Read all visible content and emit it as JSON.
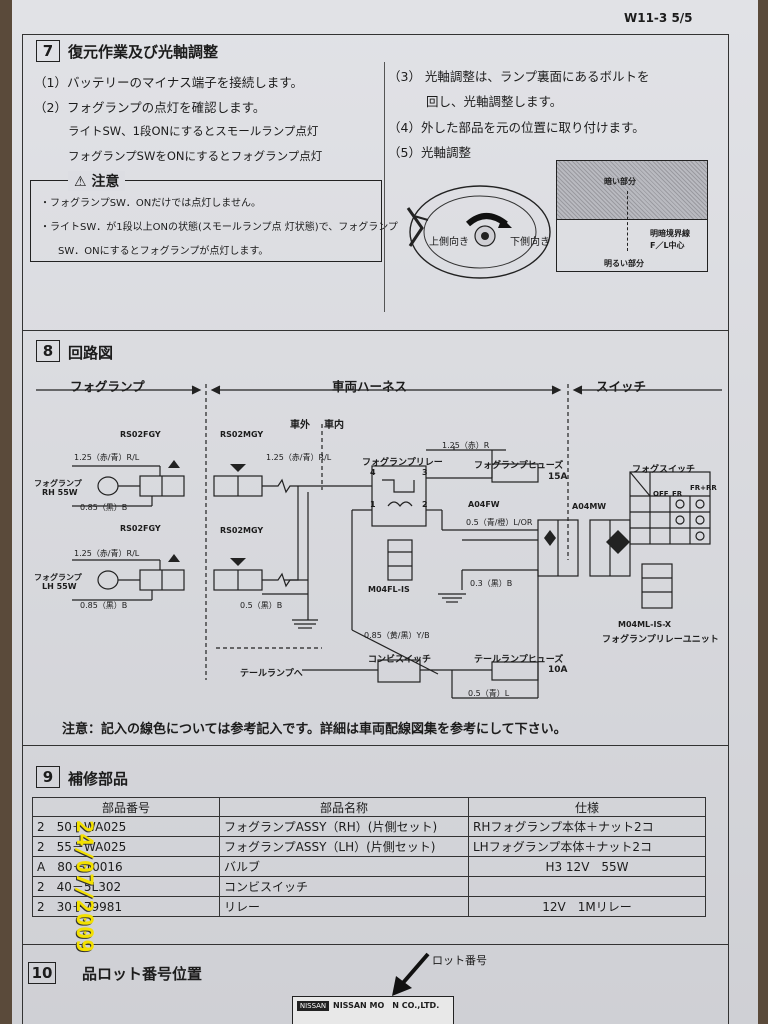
{
  "header": {
    "doc_id": "W11-3 5/5"
  },
  "section7": {
    "num": "7",
    "title": "復元作業及び光軸調整",
    "steps_left": [
      "（1）バッテリーのマイナス端子を接続します。",
      "（2）フォグランプの点灯を確認します。",
      "ライトSW、1段ONにするとスモールランプ点灯",
      "フォグランプSWをONにするとフォグランプ点灯"
    ],
    "caution_title": "注意",
    "caution_lines": [
      "・フォグランプSW．ONだけでは点灯しません。",
      "・ライトSW．が1段以上ONの状態(スモールランプ点 灯状態)で、フォグランプ",
      "SW．ONにするとフォグランプが点灯します。"
    ],
    "steps_right": [
      "（3） 光軸調整は、ランプ裏面にあるボルトを",
      "回し、光軸調整します。",
      "（4）外した部品を元の位置に取り付けます。",
      "（5）光軸調整"
    ],
    "lamp_labels": {
      "up": "上側向き",
      "down": "下側向き"
    },
    "aim_labels": {
      "dark": "暗い部分",
      "boundary": "明暗境界線",
      "center": "F／L中心",
      "bright": "明るい部分"
    }
  },
  "section8": {
    "num": "8",
    "title": "回路図",
    "zones": {
      "fog": "フォグランプ",
      "harness": "車両ハーネス",
      "switch": "スイッチ"
    },
    "zone_split": {
      "outside": "車外",
      "inside": "車内"
    },
    "connectors": {
      "rs02fgy_a": "RS02FGY",
      "rs02fgy_b": "RS02FGY",
      "rs02mgy_a": "RS02MGY",
      "rs02mgy_b": "RS02MGY",
      "a04fw": "A04FW",
      "a04mw": "A04MW",
      "m04fl": "M04FL-IS",
      "m04ml": "M04ML-IS-X"
    },
    "lamps": {
      "rh_name": "フォグランプ",
      "rh_spec": "RH 55W",
      "lh_name": "フォグランプ",
      "lh_spec": "LH 55W"
    },
    "wires": {
      "w1": "1.25（赤/青）R/L",
      "w2": "0.85（黒）B",
      "w3": "1.25（赤/青）R/L",
      "w4": "0.85（黒）B",
      "w5": "1.25（赤/青）R/L",
      "w6": "1.25（赤）R",
      "w7": "0.5（青/橙）L/OR",
      "w8": "0.3（黒）B",
      "w9": "0.5（黒）B",
      "w10": "0.85（黄/黒）Y/B",
      "w11": "0.5（青）L"
    },
    "pin_labels": {
      "one": "1",
      "two": "2",
      "three": "3",
      "four": "4"
    },
    "relay": "フォグランプリレー",
    "fuse1": "フォグランプヒューズ",
    "fuse1_amp": "15A",
    "fuse2": "テールランプヒューズ",
    "fuse2_amp": "10A",
    "combi": "コンビスイッチ",
    "tail": "テールランプへ",
    "fog_switch": "フォグスイッチ",
    "sw_cols": [
      "OFF",
      "FR",
      "FR+RR"
    ],
    "relay_unit": "フォグランプリレーユニット",
    "note": "注意：記入の線色については参考記入です。詳細は車両配線図集を参考にして下さい。"
  },
  "section9": {
    "num": "9",
    "title": "補修部品",
    "headers": [
      "部品番号",
      "部品名称",
      "仕様"
    ],
    "rows": [
      [
        "2　50－WA025",
        "フォグランプASSY（RH）(片側セット)",
        "RHフォグランプ本体＋ナット2コ"
      ],
      [
        "2　55－WA025",
        "フォグランプASSY（LH）(片側セット)",
        "LHフォグランプ本体＋ナット2コ"
      ],
      [
        "A　80－10016",
        "バルブ",
        "H3 12V　55W"
      ],
      [
        "2　40－5L302",
        "コンビスイッチ",
        ""
      ],
      [
        "2　30－79981",
        "リレー",
        "12V　1Mリレー"
      ]
    ]
  },
  "section10": {
    "num": "10",
    "title": "品ロット番号位置",
    "lot_label": "ロット番号",
    "plate_brand": "NISSAN",
    "plate_text": "NISSAN MO　N CO.,LTD."
  },
  "timestamp": "24/07/2009"
}
